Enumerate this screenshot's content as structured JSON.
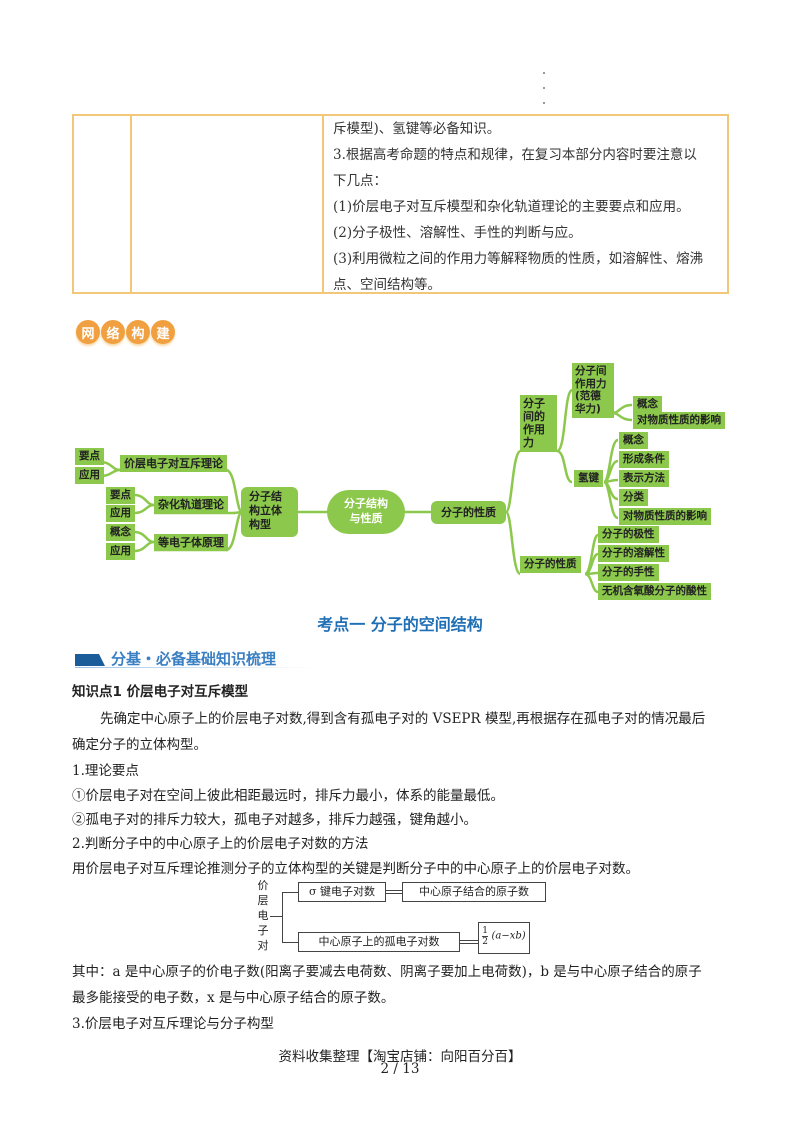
{
  "objectives_table": {
    "col3_lines": [
      "斥模型)、氢键等必备知识。",
      "3.根据高考命题的特点和规律，在复习本部分内容时要注意以",
      "下几点：",
      "(1)价层电子对互斥模型和杂化轨道理论的主要要点和应用。",
      "(2)分子极性、溶解性、手性的判断与应。",
      "(3)利用微粒之间的作用力等解释物质的性质，如溶解性、熔沸",
      "点、空间结构等。"
    ]
  },
  "badge": {
    "chars": [
      "网",
      "络",
      "构",
      "建"
    ],
    "color": "#f0a040"
  },
  "mindmap": {
    "center": "分子结构与性质",
    "left": {
      "root": "分子结构立体构型",
      "branches": [
        {
          "label": "价层电子对互斥理论",
          "leaves": [
            "要点",
            "应用"
          ]
        },
        {
          "label": "杂化轨道理论",
          "leaves": [
            "要点",
            "应用"
          ]
        },
        {
          "label": "等电子体原理",
          "leaves": [
            "概念",
            "应用"
          ]
        }
      ]
    },
    "right": {
      "root": "分子的性质",
      "branches": [
        {
          "label": "分子间的作用力",
          "children": [
            {
              "label": "分子间作用力(范德华力)",
              "leaves": [
                "概念",
                "对物质性质的影响"
              ]
            },
            {
              "label": "氢键",
              "leaves": [
                "概念",
                "形成条件",
                "表示方法",
                "分类",
                "对物质性质的影响"
              ]
            }
          ]
        },
        {
          "label": "分子的性质",
          "leaves": [
            "分子的极性",
            "分子的溶解性",
            "分子的手性",
            "无机含氧酸分子的酸性"
          ]
        }
      ]
    },
    "color": "#8cc84b"
  },
  "section_title": "考点一  分子的空间结构",
  "sub_banner": "分基・必备基础知识梳理",
  "knowledge_point": "知识点1  价层电子对互斥模型",
  "paragraphs": {
    "intro_1": "先确定中心原子上的价层电子对数,得到含有孤电子对的 VSEPR 模型,再根据存在孤电子对的情况最后",
    "intro_2": "确定分子的立体构型。",
    "theory_heading": "1.理论要点",
    "theory_1": "①价层电子对在空间上彼此相距最远时，排斥力最小，体系的能量最低。",
    "theory_2": "②孤电子对的排斥力较大，孤电子对越多，排斥力越强，键角越小。",
    "method_heading": "2.判断分子中的中心原子上的价层电子对数的方法",
    "method_text": "用价层电子对互斥理论推测分子的立体构型的关键是判断分子中的中心原子上的价层电子对数。",
    "where_1": "其中：a 是中心原子的价电子数(阳离子要减去电荷数、阴离子要加上电荷数)，b 是与中心原子结合的原子",
    "where_2": "最多能接受的电子数，x 是与中心原子结合的原子数。",
    "shape_heading": "3.价层电子对互斥理论与分子构型"
  },
  "formula_diagram": {
    "vertical_label": [
      "价",
      "层",
      "电",
      "子",
      "对"
    ],
    "sigma_box": "σ 键电子对数",
    "sigma_eq": "中心原子结合的原子数",
    "lone_box": "中心原子上的孤电子对数",
    "lone_eq_num": "1",
    "lone_eq_den": "2",
    "lone_eq_expr": "(a−xb)"
  },
  "footer": {
    "source": "资料收集整理【淘宝店铺：向阳百分百】",
    "page": "2 / 13"
  }
}
